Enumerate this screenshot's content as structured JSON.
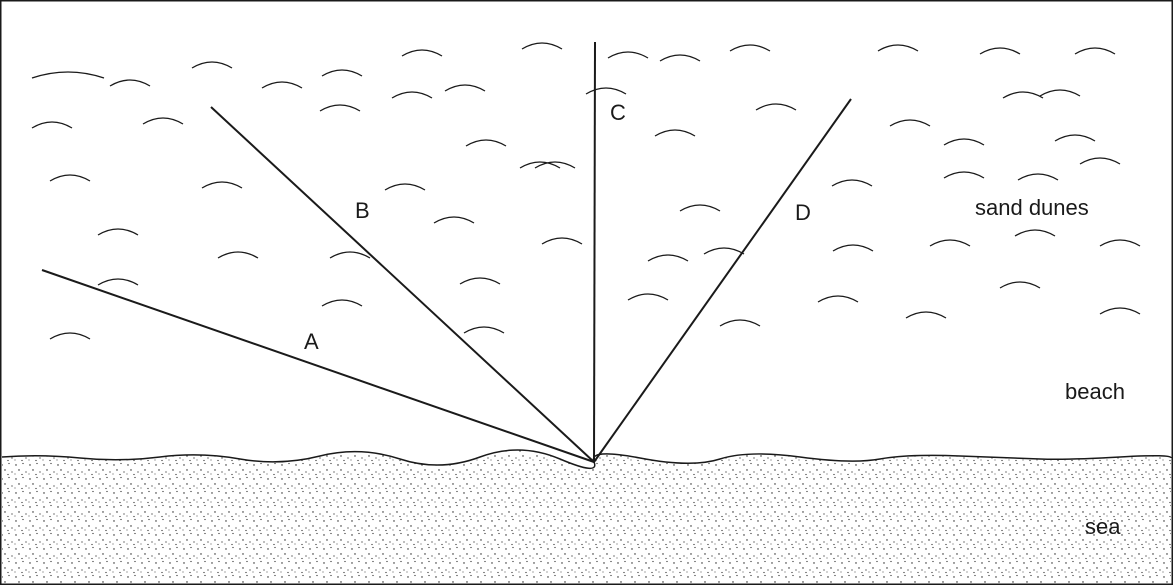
{
  "diagram": {
    "lines": [
      {
        "id": "A",
        "label": "A"
      },
      {
        "id": "B",
        "label": "B"
      },
      {
        "id": "C",
        "label": "C"
      },
      {
        "id": "D",
        "label": "D"
      }
    ],
    "zones": {
      "dunes": "sand dunes",
      "beach": "beach",
      "sea": "sea"
    },
    "colors": {
      "ink": "#1a1a1a",
      "background": "#ffffff"
    }
  }
}
